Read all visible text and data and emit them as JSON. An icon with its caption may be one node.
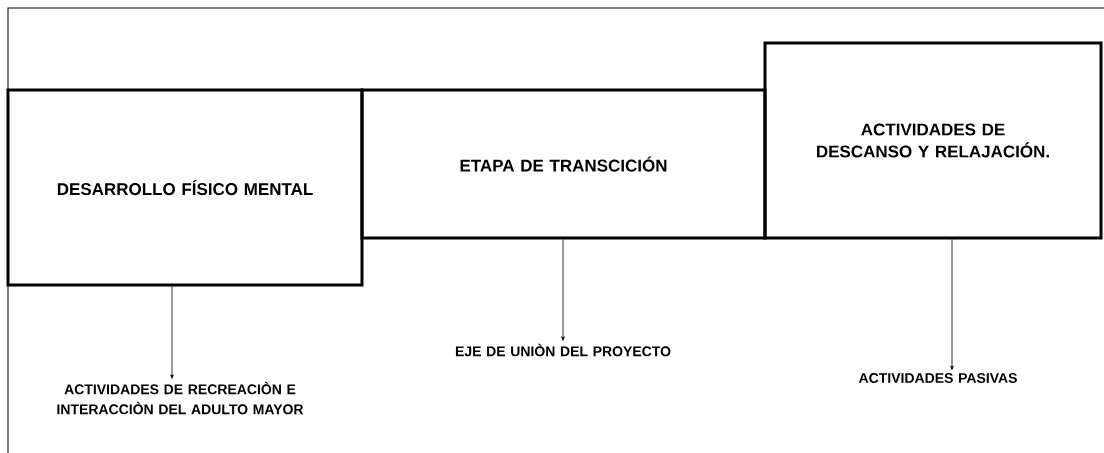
{
  "diagram": {
    "nodes": [
      {
        "text": [
          "DESARROLLO FÍSICO MENTAL"
        ]
      },
      {
        "text": [
          "ETAPA DE TRANSCICIÓN"
        ]
      },
      {
        "text": [
          "ACTIVIDADES DE DESCANSO Y RELAJACIÓN."
        ]
      },
      {
        "text": [
          "ACTIVIDADES DE RECREACIÒN E INTERACCIÒN DEL ADULTO MAYOR"
        ]
      },
      {
        "text": [
          "EJE DE UNIÒN DEL PROYECTO"
        ]
      },
      {
        "text": [
          "ACTIVIDADES PASIVAS"
        ]
      }
    ],
    "edges": [
      {
        "from": 0,
        "to": 3,
        "arrow": "to"
      },
      {
        "from": 1,
        "to": 4,
        "arrow": "to"
      },
      {
        "from": 2,
        "to": 5,
        "arrow": "to"
      }
    ]
  }
}
